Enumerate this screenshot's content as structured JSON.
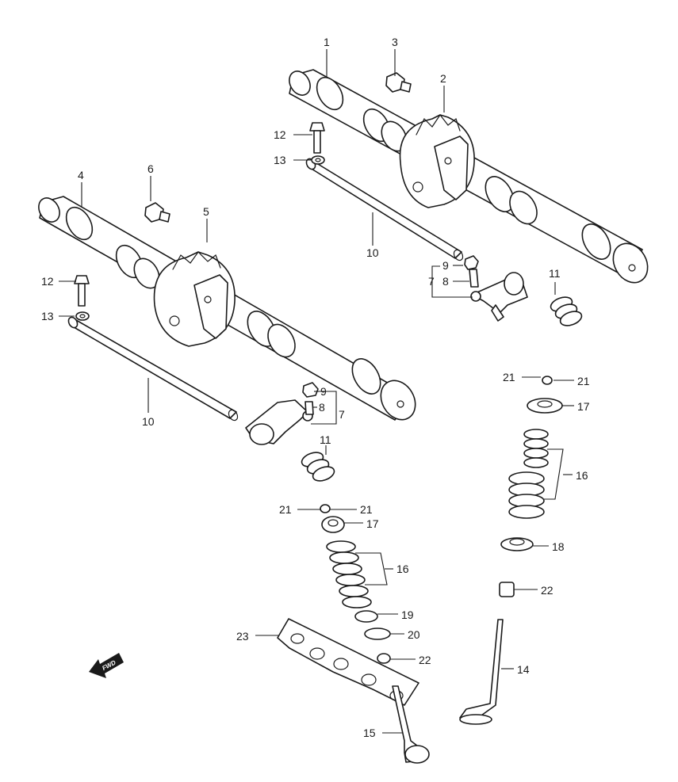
{
  "diagram": {
    "callouts": {
      "c1": "1",
      "c2": "2",
      "c3": "3",
      "c4": "4",
      "c5": "5",
      "c6": "6",
      "c7a": "7",
      "c7b": "7",
      "c8a": "8",
      "c8b": "8",
      "c9a": "9",
      "c9b": "9",
      "c10a": "10",
      "c10b": "10",
      "c11a": "11",
      "c11b": "11",
      "c12a": "12",
      "c12b": "12",
      "c13a": "13",
      "c13b": "13",
      "c14": "14",
      "c15": "15",
      "c16a": "16",
      "c16b": "16",
      "c17a": "17",
      "c17b": "17",
      "c18": "18",
      "c19": "19",
      "c20": "20",
      "c21a": "21",
      "c21b": "21",
      "c21c": "21",
      "c21d": "21",
      "c22a": "22",
      "c22b": "22",
      "c23": "23"
    },
    "fwd_label": "FWD"
  }
}
